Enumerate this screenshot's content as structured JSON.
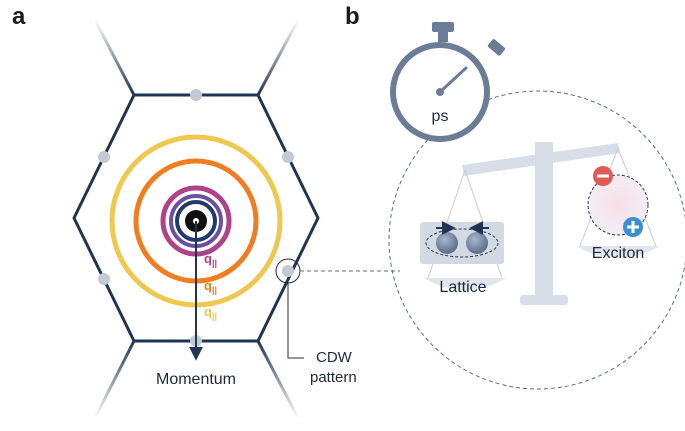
{
  "panels": {
    "a": "a",
    "b": "b"
  },
  "panel_a": {
    "q_label": "q",
    "q_subscript": "||",
    "momentum_label": "Momentum",
    "cdw_label_line1": "CDW",
    "cdw_label_line2": "pattern",
    "colors": {
      "hexagon": "#1f3552",
      "ring_inner_navy": "#1f3b6b",
      "ring_purple": "#6b4fa3",
      "ring_magenta": "#b0418a",
      "ring_orange": "#f07d1f",
      "ring_yellow": "#f0c850",
      "cdw_dot": "#c3cad4"
    }
  },
  "panel_b": {
    "stopwatch_label": "ps",
    "lattice_label": "Lattice",
    "exciton_label": "Exciton",
    "colors": {
      "stopwatch": "#6b7d96",
      "scale": "#d7dee8",
      "electron": "#e05a5a",
      "hole": "#3b8fd4"
    }
  }
}
